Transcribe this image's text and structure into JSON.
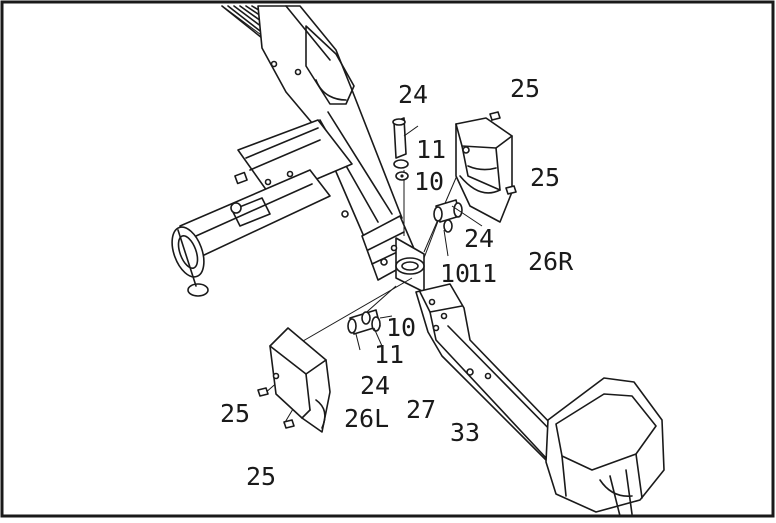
{
  "diagram": {
    "labels": [
      "24",
      "25",
      "11",
      "10",
      "25",
      "24",
      "10",
      "11",
      "26R",
      "10",
      "11",
      "24",
      "27",
      "25",
      "26L",
      "33",
      "25"
    ],
    "colors": {
      "ink": "#1a1a1a",
      "paper": "#ffffff"
    }
  }
}
